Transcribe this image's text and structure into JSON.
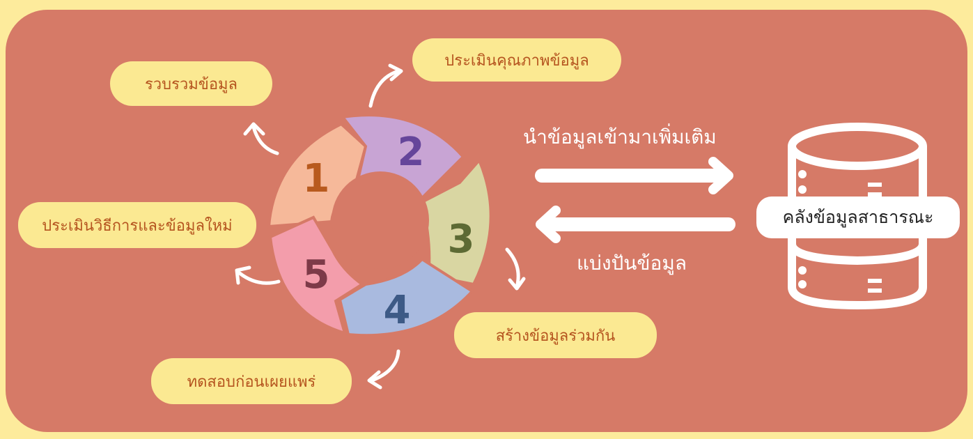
{
  "cycle": {
    "segments": [
      {
        "number": "1",
        "color": "#f6b99a",
        "number_color": "#b85a1e"
      },
      {
        "number": "2",
        "color": "#c8a4d4",
        "number_color": "#65459a"
      },
      {
        "number": "3",
        "color": "#d9d6a2",
        "number_color": "#5d6a34"
      },
      {
        "number": "4",
        "color": "#a9badf",
        "number_color": "#3d5a86"
      },
      {
        "number": "5",
        "color": "#f39dab",
        "number_color": "#7d3a48"
      }
    ],
    "steps": [
      {
        "label": "รวบรวมข้อมูล"
      },
      {
        "label": "ประเมินคุณภาพข้อมูล"
      },
      {
        "label": "สร้างข้อมูลร่วมกัน"
      },
      {
        "label": "ทดสอบก่อนเผยแพร่"
      },
      {
        "label": "ประเมินวิธีการและข้อมูลใหม่"
      }
    ]
  },
  "flows": {
    "to_repository": "นำข้อมูลเข้ามาเพิ่มเติม",
    "from_repository": "แบ่งปันข้อมูล"
  },
  "repository": {
    "label": "คลังข้อมูลสาธารณะ",
    "icon": "database-icon"
  },
  "colors": {
    "background": "#fdeb9c",
    "panel": "#d67a67",
    "pill": "#fbe992",
    "pill_text": "#b5541f",
    "white": "#ffffff"
  }
}
